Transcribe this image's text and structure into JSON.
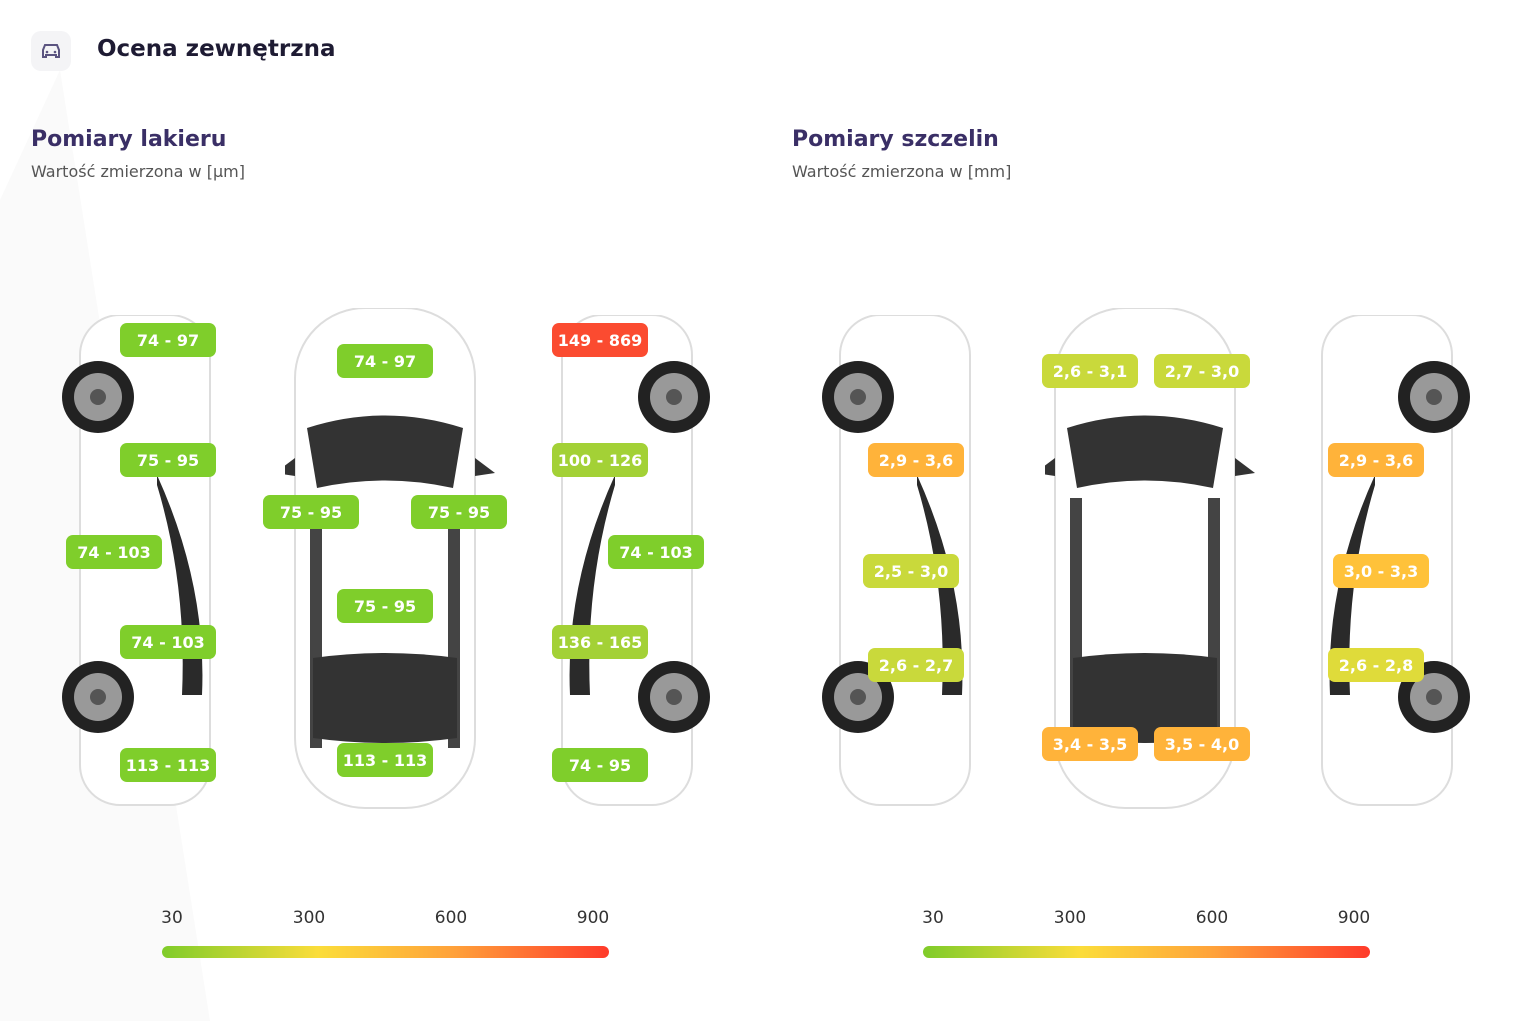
{
  "header": {
    "title": "Ocena zewnętrzna",
    "icon": "car-icon"
  },
  "paint": {
    "title": "Pomiary lakieru",
    "subtitle": "Wartość zmierzona w [µm]",
    "left_side": [
      "74 - 97",
      "75 - 95",
      "74 - 103",
      "74 - 103",
      "113 - 113"
    ],
    "top": [
      "74 - 97",
      "75 - 95",
      "75 - 95",
      "75 - 95",
      "113 - 113"
    ],
    "right_side": [
      "149 - 869",
      "100 - 126",
      "74 - 103",
      "136 - 165",
      "74 - 95"
    ],
    "legend": [
      "30",
      "300",
      "600",
      "900"
    ]
  },
  "gaps": {
    "title": "Pomiary szczelin",
    "subtitle": "Wartość zmierzona w [mm]",
    "left_side": [
      "2,9 - 3,6",
      "2,5 - 3,0",
      "2,6 - 2,7"
    ],
    "top": [
      "2,6 - 3,1",
      "2,7 - 3,0",
      "3,4 - 3,5",
      "3,5 - 4,0"
    ],
    "right_side": [
      "2,9 - 3,6",
      "3,0 - 3,3",
      "2,6 - 2,8"
    ],
    "legend": [
      "30",
      "300",
      "600",
      "900"
    ]
  },
  "colors": {
    "green": "#7fce2b",
    "light_green": "#a3d136",
    "yellow_green": "#c9d93b",
    "yellow": "#dfdb3a",
    "orange": "#ffb33a",
    "red": "#fb4b30"
  }
}
